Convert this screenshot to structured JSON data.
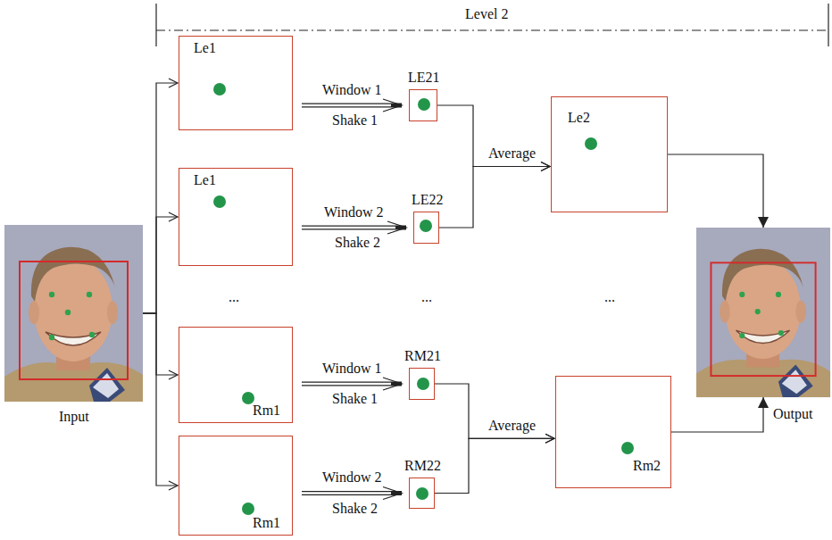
{
  "diagram": {
    "nodes": [
      {
        "text": [
          "Input"
        ]
      },
      {
        "text": [
          "Le1"
        ]
      },
      {
        "text": [
          "Le1"
        ]
      },
      {
        "text": [
          "Rm1"
        ]
      },
      {
        "text": [
          "Rm1"
        ]
      },
      {
        "text": [
          "LE21"
        ]
      },
      {
        "text": [
          "LE22"
        ]
      },
      {
        "text": [
          "RM21"
        ]
      },
      {
        "text": [
          "RM22"
        ]
      },
      {
        "text": [
          "Le2"
        ]
      },
      {
        "text": [
          "Rm2"
        ]
      },
      {
        "text": [
          "Output"
        ]
      }
    ],
    "edges": [
      {
        "from": 0,
        "to": 1,
        "arrow": "to"
      },
      {
        "from": 0,
        "to": 2,
        "arrow": "to"
      },
      {
        "from": 0,
        "to": 3,
        "arrow": "to"
      },
      {
        "from": 0,
        "to": 4,
        "arrow": "to"
      },
      {
        "from": 1,
        "to": 5,
        "label": "Window 1",
        "arrow": "to"
      },
      {
        "from": 2,
        "to": 6,
        "label": "Window 2",
        "arrow": "to"
      },
      {
        "from": 3,
        "to": 7,
        "label": "Window 1",
        "arrow": "to"
      },
      {
        "from": 4,
        "to": 8,
        "label": "Window 2",
        "arrow": "to"
      },
      {
        "from": 5,
        "to": 9,
        "label": "Average",
        "arrow": "to"
      },
      {
        "from": 6,
        "to": 9,
        "arrow": "to"
      },
      {
        "from": 7,
        "to": 10,
        "label": "Average",
        "arrow": "to"
      },
      {
        "from": 8,
        "to": 10,
        "arrow": "to"
      },
      {
        "from": 9,
        "to": 11,
        "arrow": "to"
      },
      {
        "from": 10,
        "to": 11,
        "arrow": "to"
      }
    ],
    "labels": [
      "Level 2",
      "...",
      "...",
      "...",
      "Shake 1",
      "Shake 2",
      "Shake 1",
      "Shake 2"
    ]
  }
}
